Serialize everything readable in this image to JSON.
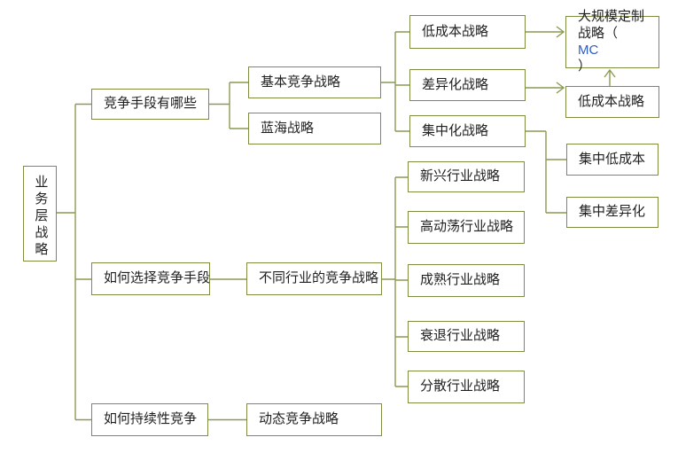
{
  "colors": {
    "line": "#8a9a52",
    "border": "#7d8e44",
    "text": "#1f1f1f",
    "mc_blue": "#2e5cc5",
    "background": "#ffffff"
  },
  "nodes": {
    "root": "业务层战略",
    "branch_competition_means": "竞争手段有哪些",
    "basic_competitive_strategy": "基本竞争战略",
    "blue_ocean_strategy": "蓝海战略",
    "low_cost_strategy": "低成本战略",
    "differentiation_strategy": "差异化战略",
    "focus_strategy": "集中化战略",
    "mass_customization_line1": "大规模定制",
    "mass_customization_line2_pre": "战略（",
    "mass_customization_code": "MC",
    "mass_customization_line2_post": "）",
    "low_cost_strategy_result": "低成本战略",
    "focus_low_cost": "集中低成本",
    "focus_differentiation": "集中差异化",
    "branch_choose_means": "如何选择竞争手段",
    "industry_competitive_strategies": "不同行业的竞争战略",
    "emerging_industry_strategy": "新兴行业战略",
    "high_turbulence_industry_strategy": "高动荡行业战略",
    "mature_industry_strategy": "成熟行业战略",
    "declining_industry_strategy": "衰退行业战略",
    "fragmented_industry_strategy": "分散行业战略",
    "branch_sustainable_competition": "如何持续性竞争",
    "dynamic_competition_strategy": "动态竞争战略"
  },
  "edges": [
    [
      "root",
      "branch_competition_means"
    ],
    [
      "root",
      "branch_choose_means"
    ],
    [
      "root",
      "branch_sustainable_competition"
    ],
    [
      "branch_competition_means",
      "basic_competitive_strategy"
    ],
    [
      "branch_competition_means",
      "blue_ocean_strategy"
    ],
    [
      "basic_competitive_strategy",
      "low_cost_strategy"
    ],
    [
      "basic_competitive_strategy",
      "differentiation_strategy"
    ],
    [
      "basic_competitive_strategy",
      "focus_strategy"
    ],
    [
      "focus_strategy",
      "focus_low_cost"
    ],
    [
      "focus_strategy",
      "focus_differentiation"
    ],
    [
      "branch_choose_means",
      "industry_competitive_strategies"
    ],
    [
      "industry_competitive_strategies",
      "emerging_industry_strategy"
    ],
    [
      "industry_competitive_strategies",
      "high_turbulence_industry_strategy"
    ],
    [
      "industry_competitive_strategies",
      "mature_industry_strategy"
    ],
    [
      "industry_competitive_strategies",
      "declining_industry_strategy"
    ],
    [
      "industry_competitive_strategies",
      "fragmented_industry_strategy"
    ],
    [
      "branch_sustainable_competition",
      "dynamic_competition_strategy"
    ]
  ],
  "arrows": [
    {
      "from": "low_cost_strategy",
      "to": "mass_customization",
      "direction": "right"
    },
    {
      "from": "differentiation_strategy",
      "to": "low_cost_strategy_result",
      "direction": "right"
    },
    {
      "from": "low_cost_strategy_result",
      "to": "mass_customization",
      "direction": "up"
    }
  ]
}
